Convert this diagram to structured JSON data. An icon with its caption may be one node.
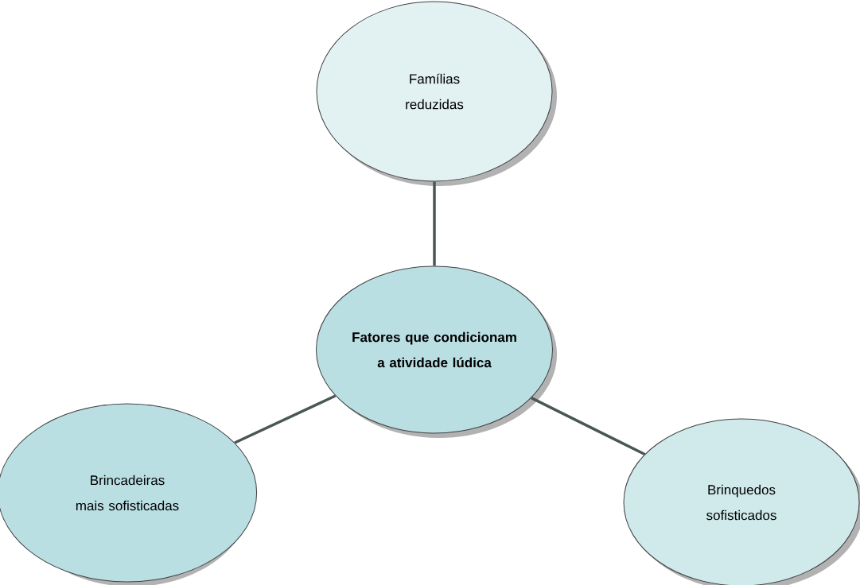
{
  "diagram": {
    "nodes": [
      {
        "text": [
          "Famílias reduzidas"
        ]
      },
      {
        "text": [
          "Fatores que condicionam a atividade lúdica"
        ]
      },
      {
        "text": [
          "Brincadeiras mais sofisticadas"
        ]
      },
      {
        "text": [
          "Brinquedos sofisticados"
        ]
      }
    ],
    "edges": [
      {
        "from": 1,
        "to": 0,
        "arrow": "none"
      },
      {
        "from": 1,
        "to": 2,
        "arrow": "none"
      },
      {
        "from": 1,
        "to": 3,
        "arrow": "none"
      }
    ]
  }
}
